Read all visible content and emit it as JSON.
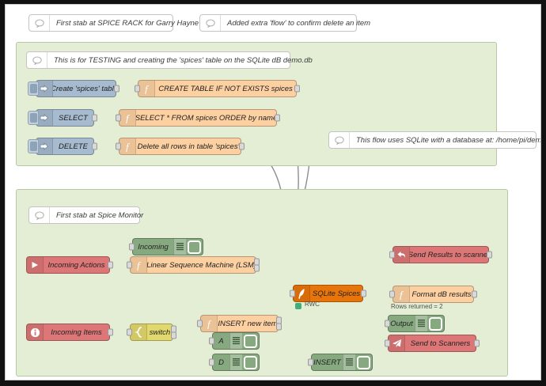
{
  "canvas": {
    "background": "#ffffff",
    "group_fill": "#e3eed5",
    "group_stroke": "#b6c9a4",
    "wire_color": "#8e8e8e"
  },
  "top_comments": [
    {
      "name": "comment-spice-rack",
      "label": "First stab at SPICE RACK for Garry Hayne",
      "icon": "comment-icon"
    },
    {
      "name": "comment-extra-flow",
      "label": "Added extra 'flow' to confirm delete an item",
      "icon": "comment-icon"
    }
  ],
  "side_comment": {
    "name": "comment-sqlite-db",
    "label": "This flow uses SQLite with a database at: /home/pi/demo.db",
    "icon": "comment-icon"
  },
  "group_testing": {
    "name": "group-testing",
    "comment": {
      "label": "This is for TESTING and creating the 'spices' table on the SQLite dB demo.db",
      "icon": "comment-icon"
    },
    "nodes": [
      {
        "id": "inject-create",
        "label": "Create 'spices' table",
        "type": "inject",
        "icon": "inject-arrow-icon",
        "color": "#a6bbcf"
      },
      {
        "id": "func-create-table",
        "label": "CREATE TABLE IF NOT EXISTS spices",
        "type": "function",
        "icon": "function-f-icon",
        "color": "#fdd0a2"
      },
      {
        "id": "inject-select",
        "label": "SELECT",
        "type": "inject",
        "icon": "inject-arrow-icon",
        "color": "#a6bbcf"
      },
      {
        "id": "func-select",
        "label": "SELECT * FROM spices ORDER by name",
        "type": "function",
        "icon": "function-f-icon",
        "color": "#fdd0a2"
      },
      {
        "id": "inject-delete",
        "label": "DELETE",
        "type": "inject",
        "icon": "inject-arrow-icon",
        "color": "#a6bbcf"
      },
      {
        "id": "func-delete",
        "label": "Delete all rows in table 'spices'",
        "type": "function",
        "icon": "function-f-icon",
        "color": "#fdd0a2"
      }
    ]
  },
  "group_monitor": {
    "name": "group-spice-monitor",
    "comment": {
      "label": "First stab at Spice Monitor",
      "icon": "comment-icon"
    },
    "nodes": [
      {
        "id": "link-in-actions",
        "label": "Incoming Actions",
        "type": "link-in",
        "icon": "play-triangle-icon",
        "color": "#dd7777"
      },
      {
        "id": "debug-incoming",
        "label": "Incoming",
        "type": "debug",
        "icon": "debug-list-icon",
        "color": "#87a980"
      },
      {
        "id": "func-lsm",
        "label": "Linear Sequence Machine (LSM)",
        "type": "function",
        "icon": "function-f-icon",
        "color": "#fdd0a2"
      },
      {
        "id": "link-in-items",
        "label": "Incoming Items",
        "type": "link-in",
        "icon": "info-circle-icon",
        "color": "#dd7777"
      },
      {
        "id": "switch-node",
        "label": "switch",
        "type": "switch",
        "icon": "switch-brace-icon",
        "color": "#e2d96e"
      },
      {
        "id": "func-insert-new",
        "label": "INSERT new item",
        "type": "function",
        "icon": "function-f-icon",
        "color": "#fdd0a2"
      },
      {
        "id": "debug-a",
        "label": "A",
        "type": "debug",
        "icon": "debug-list-icon",
        "color": "#87a980"
      },
      {
        "id": "debug-d",
        "label": "D",
        "type": "debug",
        "icon": "debug-list-icon",
        "color": "#87a980"
      },
      {
        "id": "sqlite-spices",
        "label": "SQLite Spices",
        "type": "sqlite",
        "icon": "feather-icon",
        "color": "#e8750a",
        "status": "RWC",
        "status_dot_color": "#3fae7a"
      },
      {
        "id": "func-format",
        "label": "Format dB results",
        "type": "function",
        "icon": "function-f-icon",
        "color": "#fdd0a2",
        "status": "Rows returned = 2"
      },
      {
        "id": "link-out-results",
        "label": "Send Results to scanner",
        "type": "link-out",
        "icon": "reply-arrow-icon",
        "color": "#dd7777"
      },
      {
        "id": "debug-output",
        "label": "Output",
        "type": "debug",
        "icon": "debug-list-icon",
        "color": "#87a980"
      },
      {
        "id": "link-out-scanners",
        "label": "Send to Scanners",
        "type": "link-out",
        "icon": "paper-plane-icon",
        "color": "#dd7777"
      },
      {
        "id": "debug-insert",
        "label": "INSERT",
        "type": "debug",
        "icon": "debug-list-icon",
        "color": "#87a980"
      }
    ]
  }
}
